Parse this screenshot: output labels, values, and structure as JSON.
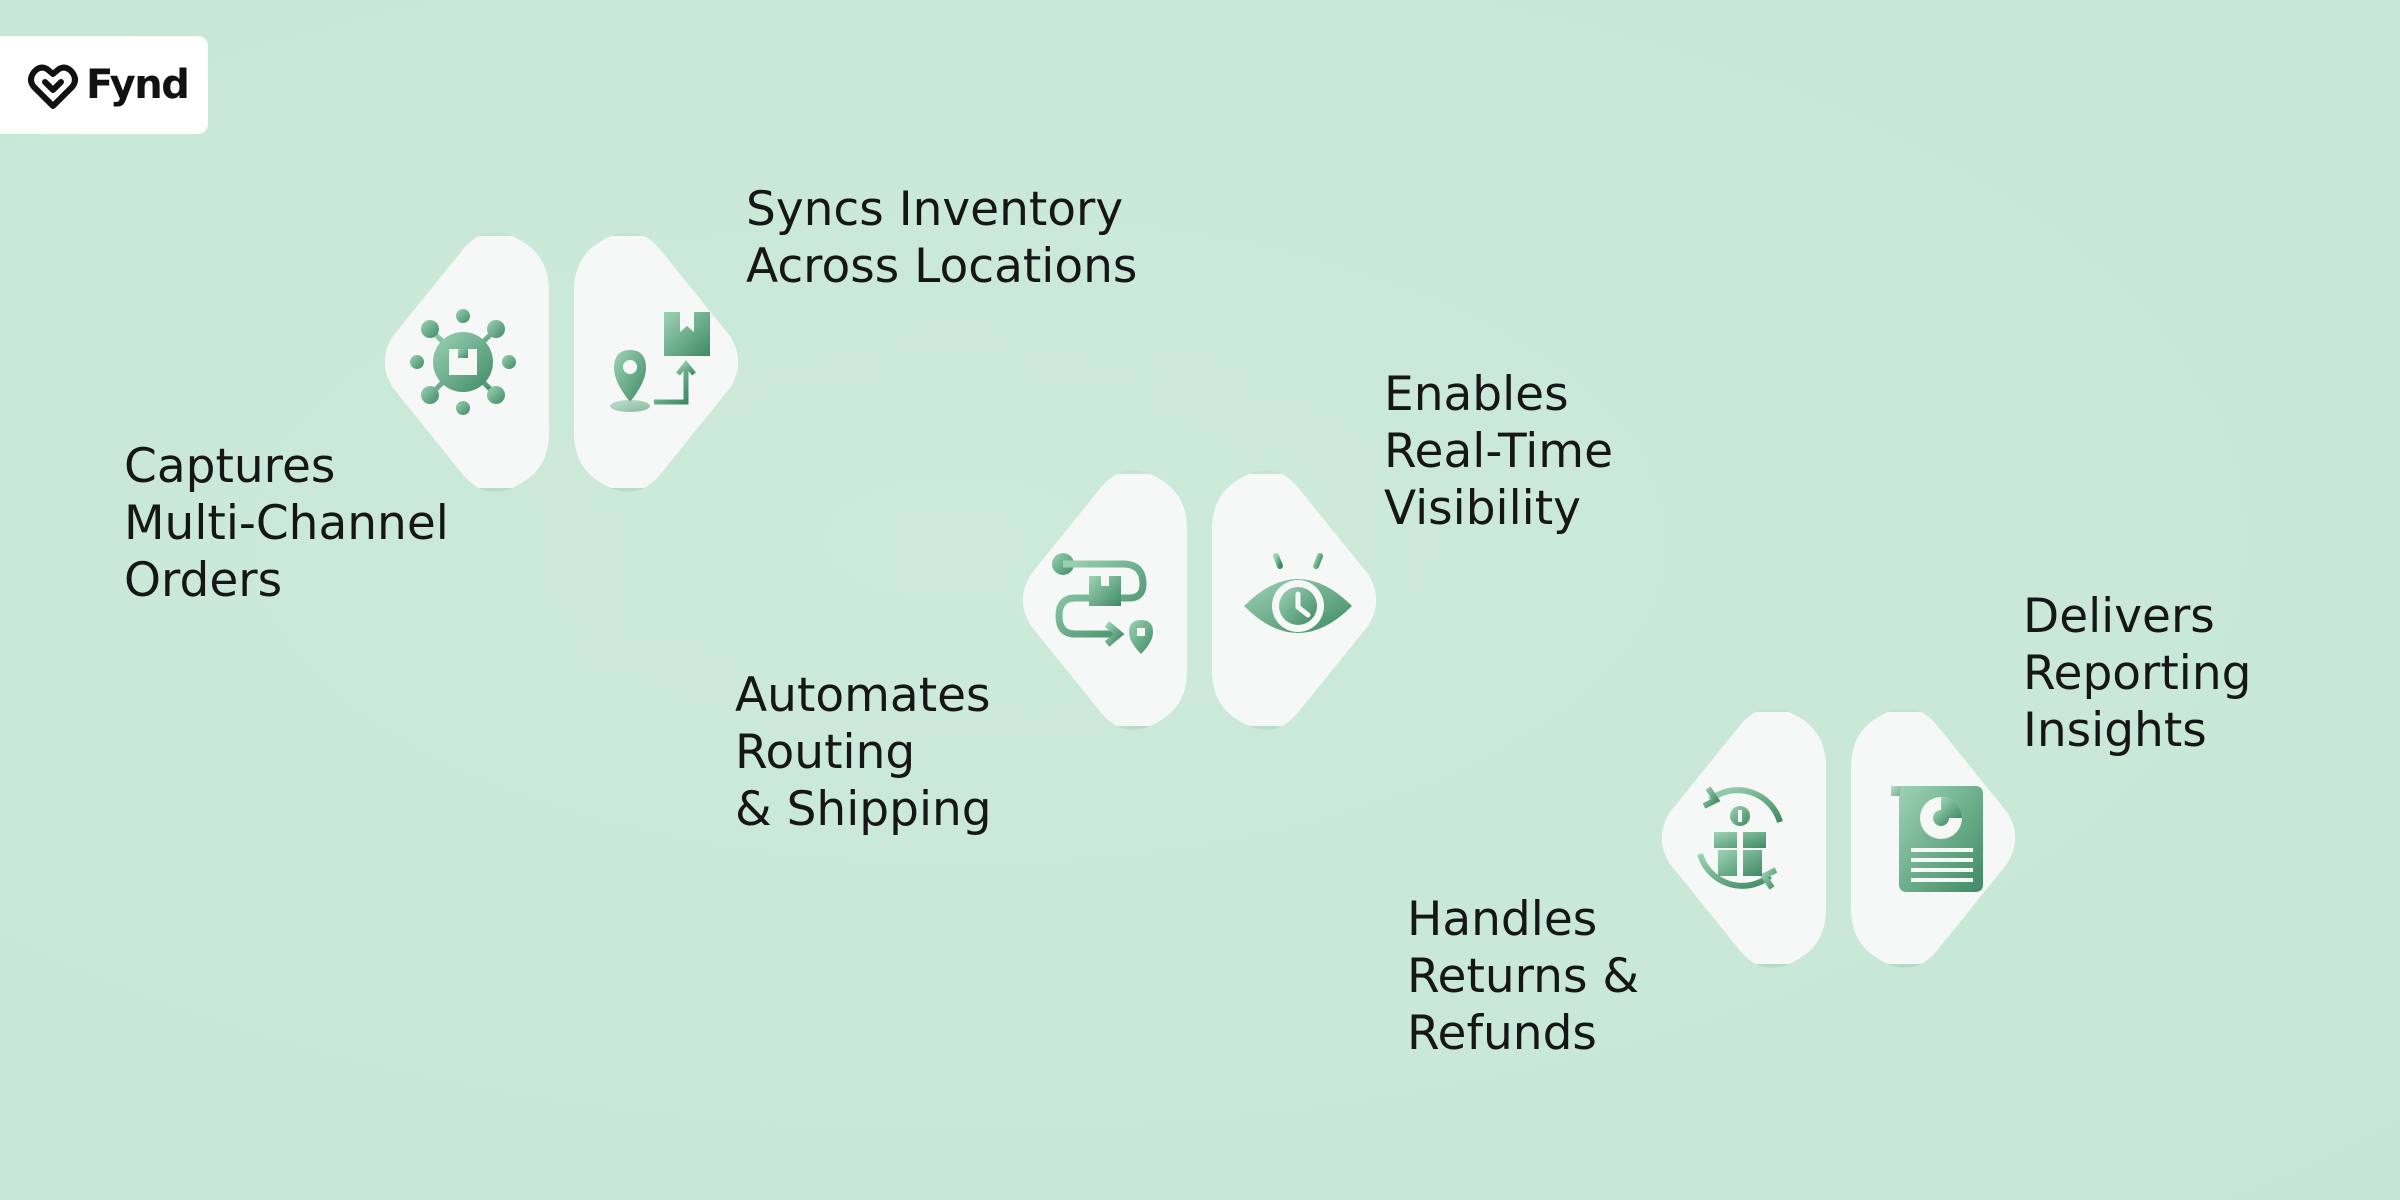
{
  "brand": {
    "name": "Fynd",
    "logo_icon": "fynd-logo-icon"
  },
  "colors": {
    "background": "#c9e8d8",
    "tile": "#f6f8f7",
    "icon_dark": "#3f8a64",
    "icon_light": "#9ed3b5",
    "text": "#161616"
  },
  "steps": [
    {
      "label": "Captures\nMulti-Channel\nOrders",
      "icon": "order-network-icon"
    },
    {
      "label": "Syncs Inventory\nAcross Locations",
      "icon": "location-inventory-icon"
    },
    {
      "label": "Automates\nRouting\n& Shipping",
      "icon": "routing-path-icon"
    },
    {
      "label": "Enables\nReal-Time\nVisibility",
      "icon": "eye-clock-icon"
    },
    {
      "label": "Handles\nReturns &\nRefunds",
      "icon": "returns-box-icon"
    },
    {
      "label": "Delivers\nReporting\nInsights",
      "icon": "report-chart-icon"
    }
  ]
}
